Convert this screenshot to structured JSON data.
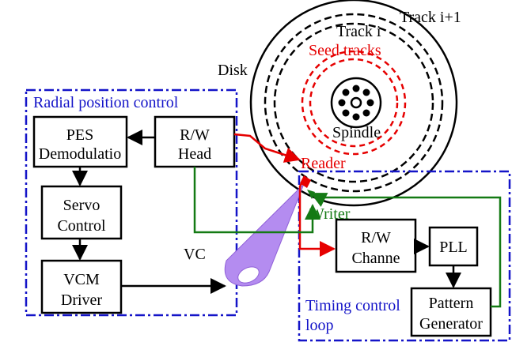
{
  "colors": {
    "reader_path": "#e60000",
    "writer_path": "#147a14",
    "region_border": "#1414c8",
    "beam": "#b48cf0"
  },
  "regions": {
    "radial": "Radial position control",
    "timing_line1": "Timing control",
    "timing_line2": "loop"
  },
  "blocks": {
    "pes_line1": "PES",
    "pes_line2": "Demodulatio",
    "rw_head_line1": "R/W",
    "rw_head_line2": "Head",
    "servo_line1": "Servo",
    "servo_line2": "Control",
    "vcm_line1": "VCM",
    "vcm_line2": "Driver",
    "rw_channel_line1": "R/W",
    "rw_channel_line2": "Channe",
    "pll": "PLL",
    "pattern_line1": "Pattern",
    "pattern_line2": "Generator"
  },
  "disk": {
    "disk_label": "Disk",
    "track_i": "Track i",
    "track_i1": "Track i+1",
    "seed_tracks": "Seed tracks",
    "spindle": "Spindle"
  },
  "signals": {
    "reader": "Reader",
    "writer": "Writer",
    "vc": "VC"
  }
}
